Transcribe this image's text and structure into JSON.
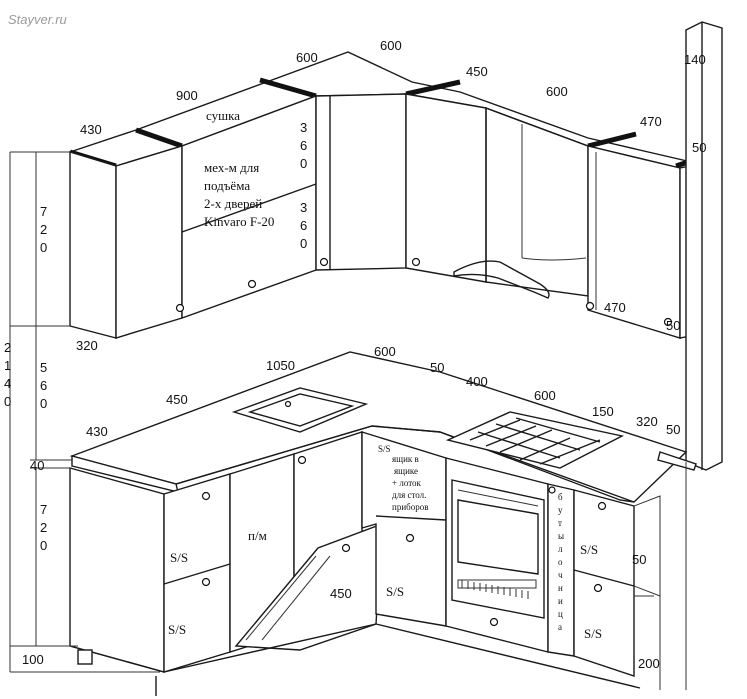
{
  "watermark": "Stayver.ru",
  "dimensions": {
    "top_600_left": "600",
    "top_600_center": "600",
    "top_450": "450",
    "top_600_right": "600",
    "top_140": "140",
    "top_900": "900",
    "top_430": "430",
    "top_470": "470",
    "top_50_right": "50",
    "upper_320": "320",
    "upper_470_inner": "470",
    "upper_50_side": "50",
    "counter_1050": "1050",
    "counter_600": "600",
    "counter_50": "50",
    "counter_400": "400",
    "counter_600_hob": "600",
    "counter_450": "450",
    "counter_430": "430",
    "counter_150": "150",
    "counter_320": "320",
    "counter_50_end": "50",
    "left_40": "40",
    "left_100": "100",
    "door_450": "450",
    "right_50": "50",
    "right_200": "200"
  },
  "vertical_digits": {
    "upper_720": [
      "7",
      "2",
      "0"
    ],
    "gap_560": [
      "5",
      "6",
      "0"
    ],
    "lower_720": [
      "7",
      "2",
      "0"
    ],
    "total_2140": [
      "2",
      "1",
      "4",
      "0"
    ],
    "door_360_a": [
      "3",
      "6",
      "0"
    ],
    "door_360_b": [
      "3",
      "6",
      "0"
    ],
    "bottle_holder": [
      "б",
      "у",
      "т",
      "ы",
      "л",
      "о",
      "ч",
      "н",
      "и",
      "ц",
      "а"
    ]
  },
  "labels": {
    "dryer": "сушка",
    "lift_line1": "мех-м для",
    "lift_line2": "подъёма",
    "lift_line3": "2-х дверей",
    "lift_line4": "Kinvaro F-20",
    "ss_1": "S/S",
    "ss_2": "S/S",
    "ss_3": "S/S",
    "ss_4": "S/S",
    "ss_5": "S/S",
    "ss_small": "S/S",
    "dishwasher": "п/м",
    "drawer_line1": "ящик в",
    "drawer_line2": "ящике",
    "drawer_line3": "+ лоток",
    "drawer_line4": "для стол.",
    "drawer_line5": "приборов"
  }
}
